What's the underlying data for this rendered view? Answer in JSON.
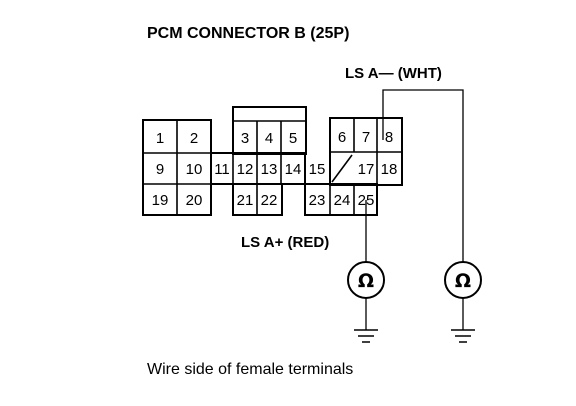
{
  "title": "PCM CONNECTOR B (25P)",
  "label_minus": "LS A— (WHT)",
  "label_plus": "LS A+ (RED)",
  "caption": "Wire side of female terminals",
  "meter_symbol": "Ω",
  "pins": {
    "p1": "1",
    "p2": "2",
    "p3": "3",
    "p4": "4",
    "p5": "5",
    "p6": "6",
    "p7": "7",
    "p8": "8",
    "p9": "9",
    "p10": "10",
    "p11": "11",
    "p12": "12",
    "p13": "13",
    "p14": "14",
    "p15": "15",
    "p17": "17",
    "p18": "18",
    "p19": "19",
    "p20": "20",
    "p21": "21",
    "p22": "22",
    "p23": "23",
    "p24": "24",
    "p25": "25"
  }
}
